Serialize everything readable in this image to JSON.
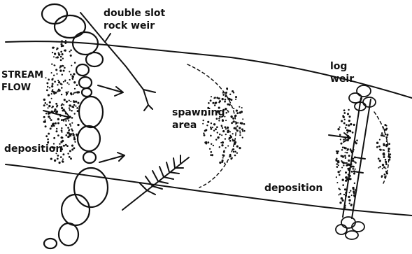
{
  "labels": {
    "weir_title_line1": "double slot",
    "weir_title_line2": "rock weir",
    "stream_line1": "STREAM",
    "stream_line2": "FLOW",
    "deposition_left": "deposition",
    "spawning_line1": "spawning",
    "spawning_line2": "area",
    "log_line1": "log",
    "log_line2": "weir",
    "deposition_right": "deposition"
  },
  "icons": [
    "rock-weir-boulders",
    "branch-debris",
    "fern-debris",
    "log-weir",
    "flow-arrows",
    "deposition-stipple"
  ],
  "colors": {
    "ink": "#111111",
    "paper": "#ffffff"
  }
}
